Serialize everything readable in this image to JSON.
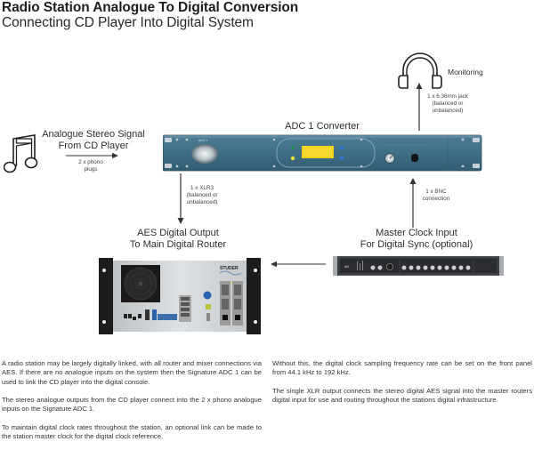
{
  "header": {
    "title": "Radio Station Analogue To Digital Conversion",
    "subtitle": "Connecting CD Player Into Digital System"
  },
  "diagram": {
    "monitoring": {
      "icon": "headphones-icon",
      "label": "Monitoring",
      "connection_lines": [
        "1 x 6.36mm jack",
        "(balanced or",
        "unbalanced)"
      ]
    },
    "source": {
      "icon": "music-note-icon",
      "label_lines": [
        "Analogue Stereo Signal",
        "From CD Player"
      ],
      "connection_lines": [
        "2 x phono",
        "plugs"
      ]
    },
    "converter": {
      "label": "ADC 1 Converter",
      "device": "adc1-rack-unit"
    },
    "output": {
      "label_lines": [
        "AES Digital Output",
        "To Main Digital Router"
      ],
      "connection_lines": [
        "1 x XLR3",
        "(balanced or",
        "unbalanced)"
      ],
      "device": "studer-router-frame"
    },
    "clock": {
      "label_lines": [
        "Master Clock Input",
        "For Digital Sync (optional)"
      ],
      "connection_lines": [
        "1 x BNC",
        "connection"
      ],
      "device": "master-clock-rack-unit"
    },
    "colors": {
      "adc_panel": "#3f6f86",
      "adc_display": "#f2d21c",
      "router_body": "#cfd3d6",
      "rack_ear": "#1c1c1c",
      "arrow": "#333333"
    }
  },
  "description": {
    "left": [
      "A radio station may be largely digitally linked, with all router and mixer connections via AES.  If there are no analogue inputs on the system then the Signature ADC 1 can be used to link the CD player into the digital console.",
      "The stereo analogue outputs from the CD player connect into the 2 x phono analogue inputs on the Signature  ADC 1.",
      "To maintain digital clock rates throughout the station, an optional link can be made to the station master clock for the digital clock reference."
    ],
    "right": [
      "Without this, the digital clock sampling frequency rate can be set on the front panel from 44.1 kHz to 192 kHz.",
      "The single XLR output connects the stereo digital AES signal into the master routers digital input for use and routing throughout the stations digital infrastructure."
    ]
  }
}
